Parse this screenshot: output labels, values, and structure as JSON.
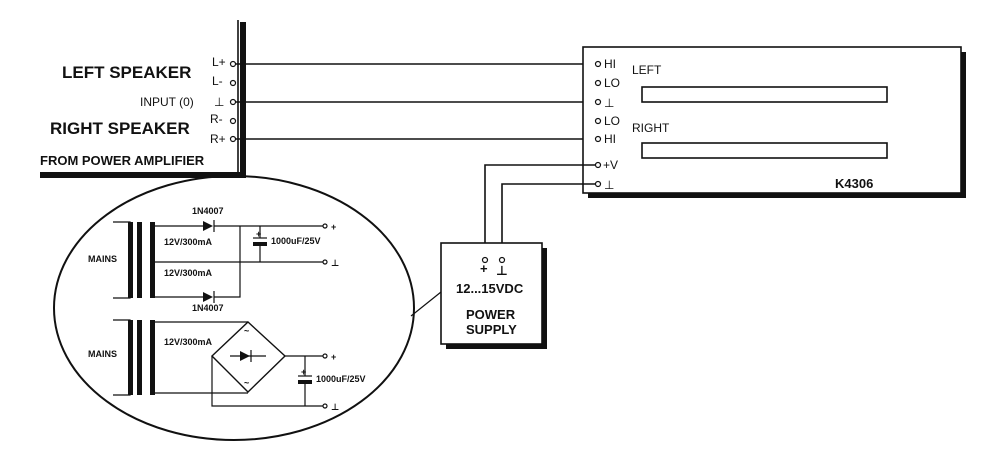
{
  "amplifier": {
    "left_speaker": "LEFT SPEAKER",
    "right_speaker": "RIGHT SPEAKER",
    "from_power_amplifier": "FROM POWER AMPLIFIER",
    "input_label": "INPUT (0)",
    "pins": {
      "l_plus": "L+",
      "l_minus": "L-",
      "gnd": "⊥",
      "r_minus": "R-",
      "r_plus": "R+"
    }
  },
  "module": {
    "name": "K4306",
    "left": "LEFT",
    "right": "RIGHT",
    "pins": {
      "hi1": "HI",
      "lo1": "LO",
      "gnd1": "⊥",
      "lo2": "LO",
      "hi2": "HI",
      "vplus": "+V",
      "gnd2": "⊥"
    }
  },
  "power_supply": {
    "voltage": "12...15VDC",
    "line1": "POWER",
    "line2": "SUPPLY",
    "plus": "+",
    "gnd": "⊥"
  },
  "inset": {
    "mains_top": "MAINS",
    "mains_bottom": "MAINS",
    "diode_top": "1N4007",
    "diode_bottom": "1N4007",
    "winding_top_a": "12V/300mA",
    "winding_top_b": "12V/300mA",
    "winding_bottom": "12V/300mA",
    "cap_top": "1000uF/25V",
    "cap_bottom": "1000uF/25V",
    "out_plus": "+",
    "out_gnd": "⊥",
    "cap_plus": "+",
    "ac": "~"
  }
}
